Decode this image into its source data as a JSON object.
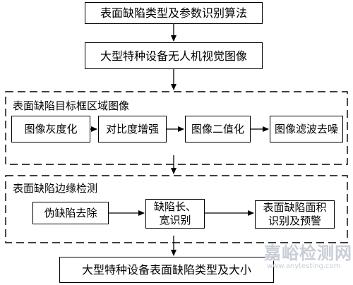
{
  "nodes": {
    "algorithm": "表面缺陷类型及参数识别算法",
    "uav_image": "大型特种设备无人机视觉图像",
    "group1_title": "表面缺陷目标框区域图像",
    "grayscale": "图像灰度化",
    "contrast": "对比度增强",
    "binarize": "图像二值化",
    "denoise": "图像滤波去噪",
    "group2_title": "表面缺陷边缘检测",
    "remove_false": "伪缺陷去除",
    "length_width": "缺陷长、\n宽识别",
    "area_warning": "表面缺陷面积\n识别及预警",
    "result": "大型特种设备表面缺陷类型及大小"
  },
  "watermark": {
    "brand": "嘉峪检测网",
    "url": "www.anytesting.com"
  }
}
